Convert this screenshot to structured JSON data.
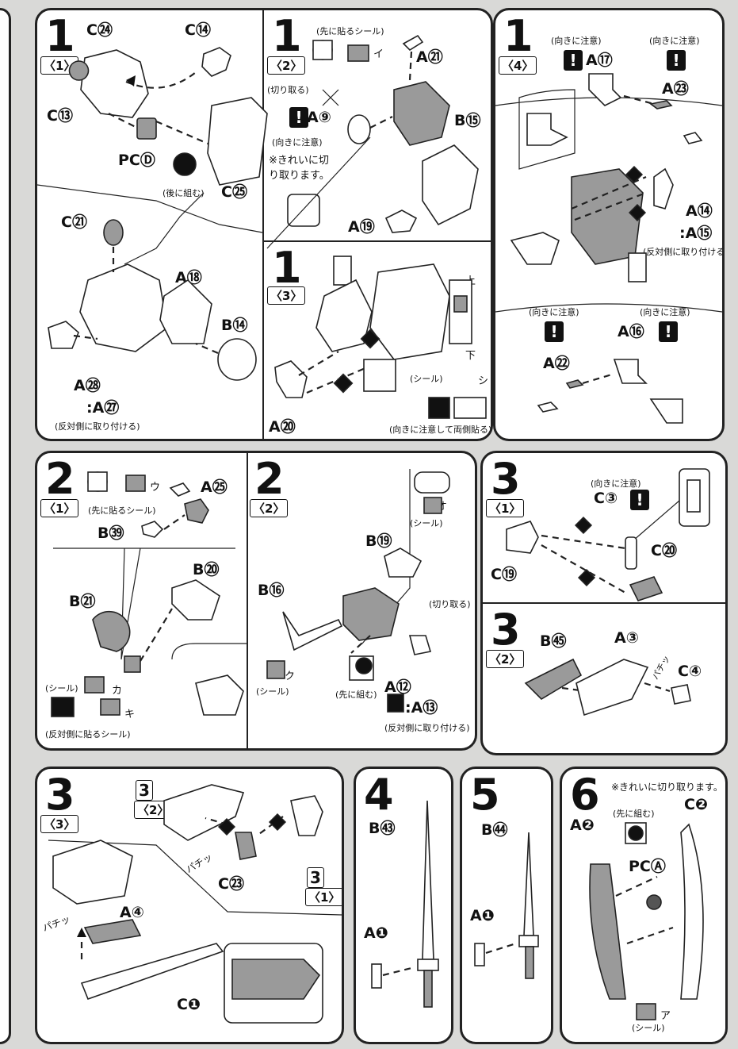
{
  "steps": {
    "s1": "1",
    "s2": "2",
    "s3": "3",
    "s4": "4",
    "s5": "5",
    "s6": "6"
  },
  "subs": {
    "sub1": "〈1〉",
    "sub2": "〈2〉",
    "sub3": "〈3〉",
    "sub4": "〈4〉"
  },
  "notes": {
    "stick_first": "(先に貼るシール)",
    "cut_off": "(切り取る)",
    "orientation": "(向きに注意)",
    "cut_clean": "※きれいに切り取ります。",
    "attach_back": "(後に組む)",
    "attach_opposite": "(反対側に取り付ける)",
    "sticker": "(シール)",
    "both_sides": "(向きに注意して両側貼る)",
    "assemble_first": "(先に組む)",
    "opposite_sticker": "(反対側に貼るシール)",
    "top": "上",
    "bottom": "下",
    "snap": "パチッ"
  },
  "p1": {
    "C24": "C㉔",
    "C14": "C⑭",
    "C13": "C⑬",
    "PCD": "PCⒹ",
    "C25": "C㉕",
    "C21": "C㉑",
    "A18": "A⑱",
    "B14": "B⑭",
    "A28": "A㉘",
    "A27": ":A㉗"
  },
  "p2": {
    "A21": "A㉑",
    "B15": "B⑮",
    "A9": "A⑨",
    "A19": "A⑲",
    "sticker_i": "イ"
  },
  "p3": {
    "A20": "A⑳",
    "sticker_shi": "シ"
  },
  "p4": {
    "A17": "A⑰",
    "A23": "A㉓",
    "A14": "A⑭",
    "A15": ":A⑮",
    "A22": "A㉒",
    "A16": "A⑯"
  },
  "p5": {
    "A25": "A㉕",
    "B39": "B㊴",
    "B20": "B⑳",
    "B21": "B㉑",
    "sticker_u": "ウ",
    "sticker_ka": "カ",
    "sticker_ki": "キ"
  },
  "p6": {
    "B19": "B⑲",
    "B16": "B⑯",
    "A12": "A⑫",
    "A13": ":A⑬",
    "sticker_o": "オ",
    "sticker_ku": "ク"
  },
  "p7": {
    "C3": "C③",
    "C20": "C⑳",
    "C19": "C⑲"
  },
  "p8": {
    "B45": "B㊺",
    "A3": "A③",
    "C4": "C④"
  },
  "p9": {
    "C23": "C㉓",
    "A4": "A④",
    "C1": "C❶"
  },
  "p10": {
    "B43": "B㊸",
    "A1": "A❶"
  },
  "p11": {
    "B44": "B㊹",
    "A1": "A❶"
  },
  "p12": {
    "A2": "A❷",
    "C2": "C❷",
    "PCA": "PCⒶ",
    "sticker_a": "ア"
  },
  "colors": {
    "ink": "#111111",
    "paper": "#ffffff",
    "bg": "#d9d9d7"
  }
}
